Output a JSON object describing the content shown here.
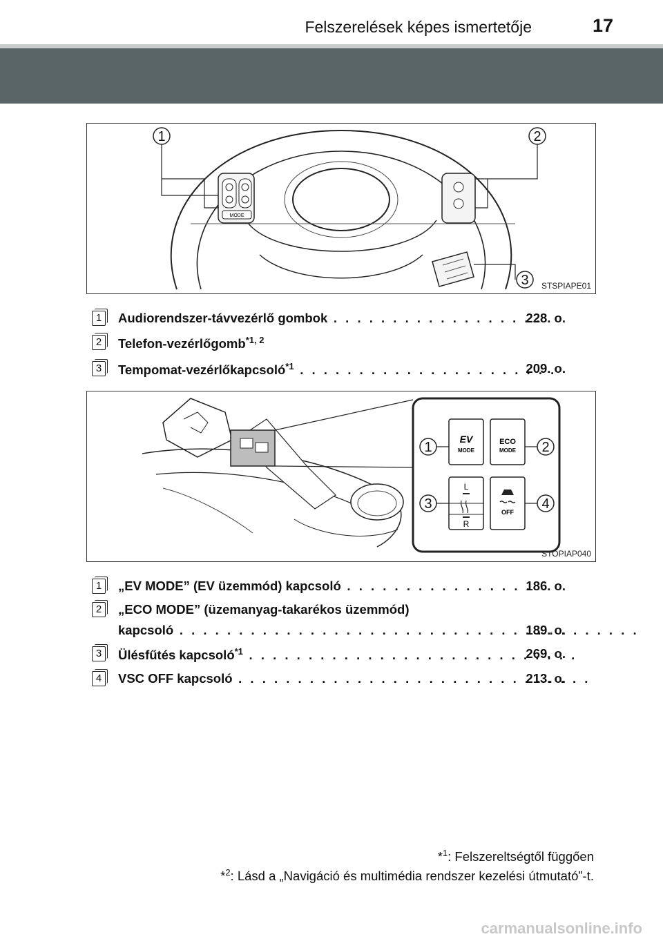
{
  "header": {
    "title": "Felszerelések képes ismertetője",
    "page_number": "17"
  },
  "figure1": {
    "code": "STSPIAPE01",
    "callouts": [
      "1",
      "2",
      "3"
    ],
    "mode_label": "MODE"
  },
  "list1": [
    {
      "num": "1",
      "text": "Audiorendszer-távvezérlő gombok",
      "sup": "",
      "dots": " . . . . . . . . . . . . . . . . . . ",
      "page": "228. o."
    },
    {
      "num": "2",
      "text": "Telefon-vezérlőgomb",
      "sup": "*1, 2",
      "dots": "",
      "page": ""
    },
    {
      "num": "3",
      "text": "Tempomat-vezérlőkapcsoló",
      "sup": "*1",
      "dots": " . . . . . . . . . . . . . . . . . . . . . . ",
      "page": "209. o."
    }
  ],
  "figure2": {
    "code": "STOPIAP040",
    "callouts": [
      "1",
      "2",
      "3",
      "4"
    ],
    "ev_label": "EV",
    "ev_mode": "MODE",
    "eco_label": "ECO",
    "eco_mode": "MODE",
    "seat_l": "L",
    "seat_r": "R",
    "vsc_off": "OFF"
  },
  "list2": [
    {
      "num": "1",
      "text": "„EV MODE” (EV üzemmód) kapcsoló",
      "sup": "",
      "dots": " . . . . . . . . . . . . . . . . ",
      "page": "186. o."
    },
    {
      "num": "2",
      "text": "„ECO MODE” (üzemanyag-takarékos üzemmód)",
      "sup": "",
      "dots": "",
      "page": ""
    },
    {
      "num": "",
      "text": "kapcsoló",
      "sup": "",
      "dots": " . . . . . . . . . . . . . . . . . . . . . . . . . . . . . . . . . . . . . . . ",
      "page": "189. o."
    },
    {
      "num": "3",
      "text": "Ülésfűtés kapcsoló",
      "sup": "*1",
      "dots": " . . . . . . . . . . . . . . . . . . . . . . . . . . . . ",
      "page": "269. o."
    },
    {
      "num": "4",
      "text": "VSC OFF kapcsoló",
      "sup": "",
      "dots": " . . . . . . . . . . . . . . . . . . . . . . . . . . . . . . ",
      "page": "213. o."
    }
  ],
  "footnotes": [
    {
      "mark": "*",
      "sup": "1",
      "text": ": Felszereltségtől függően"
    },
    {
      "mark": "*",
      "sup": "2",
      "text": ": Lásd a „Navigáció és multimédia rendszer kezelési útmutató”-t."
    }
  ],
  "watermark": "carmanualsonline.info"
}
